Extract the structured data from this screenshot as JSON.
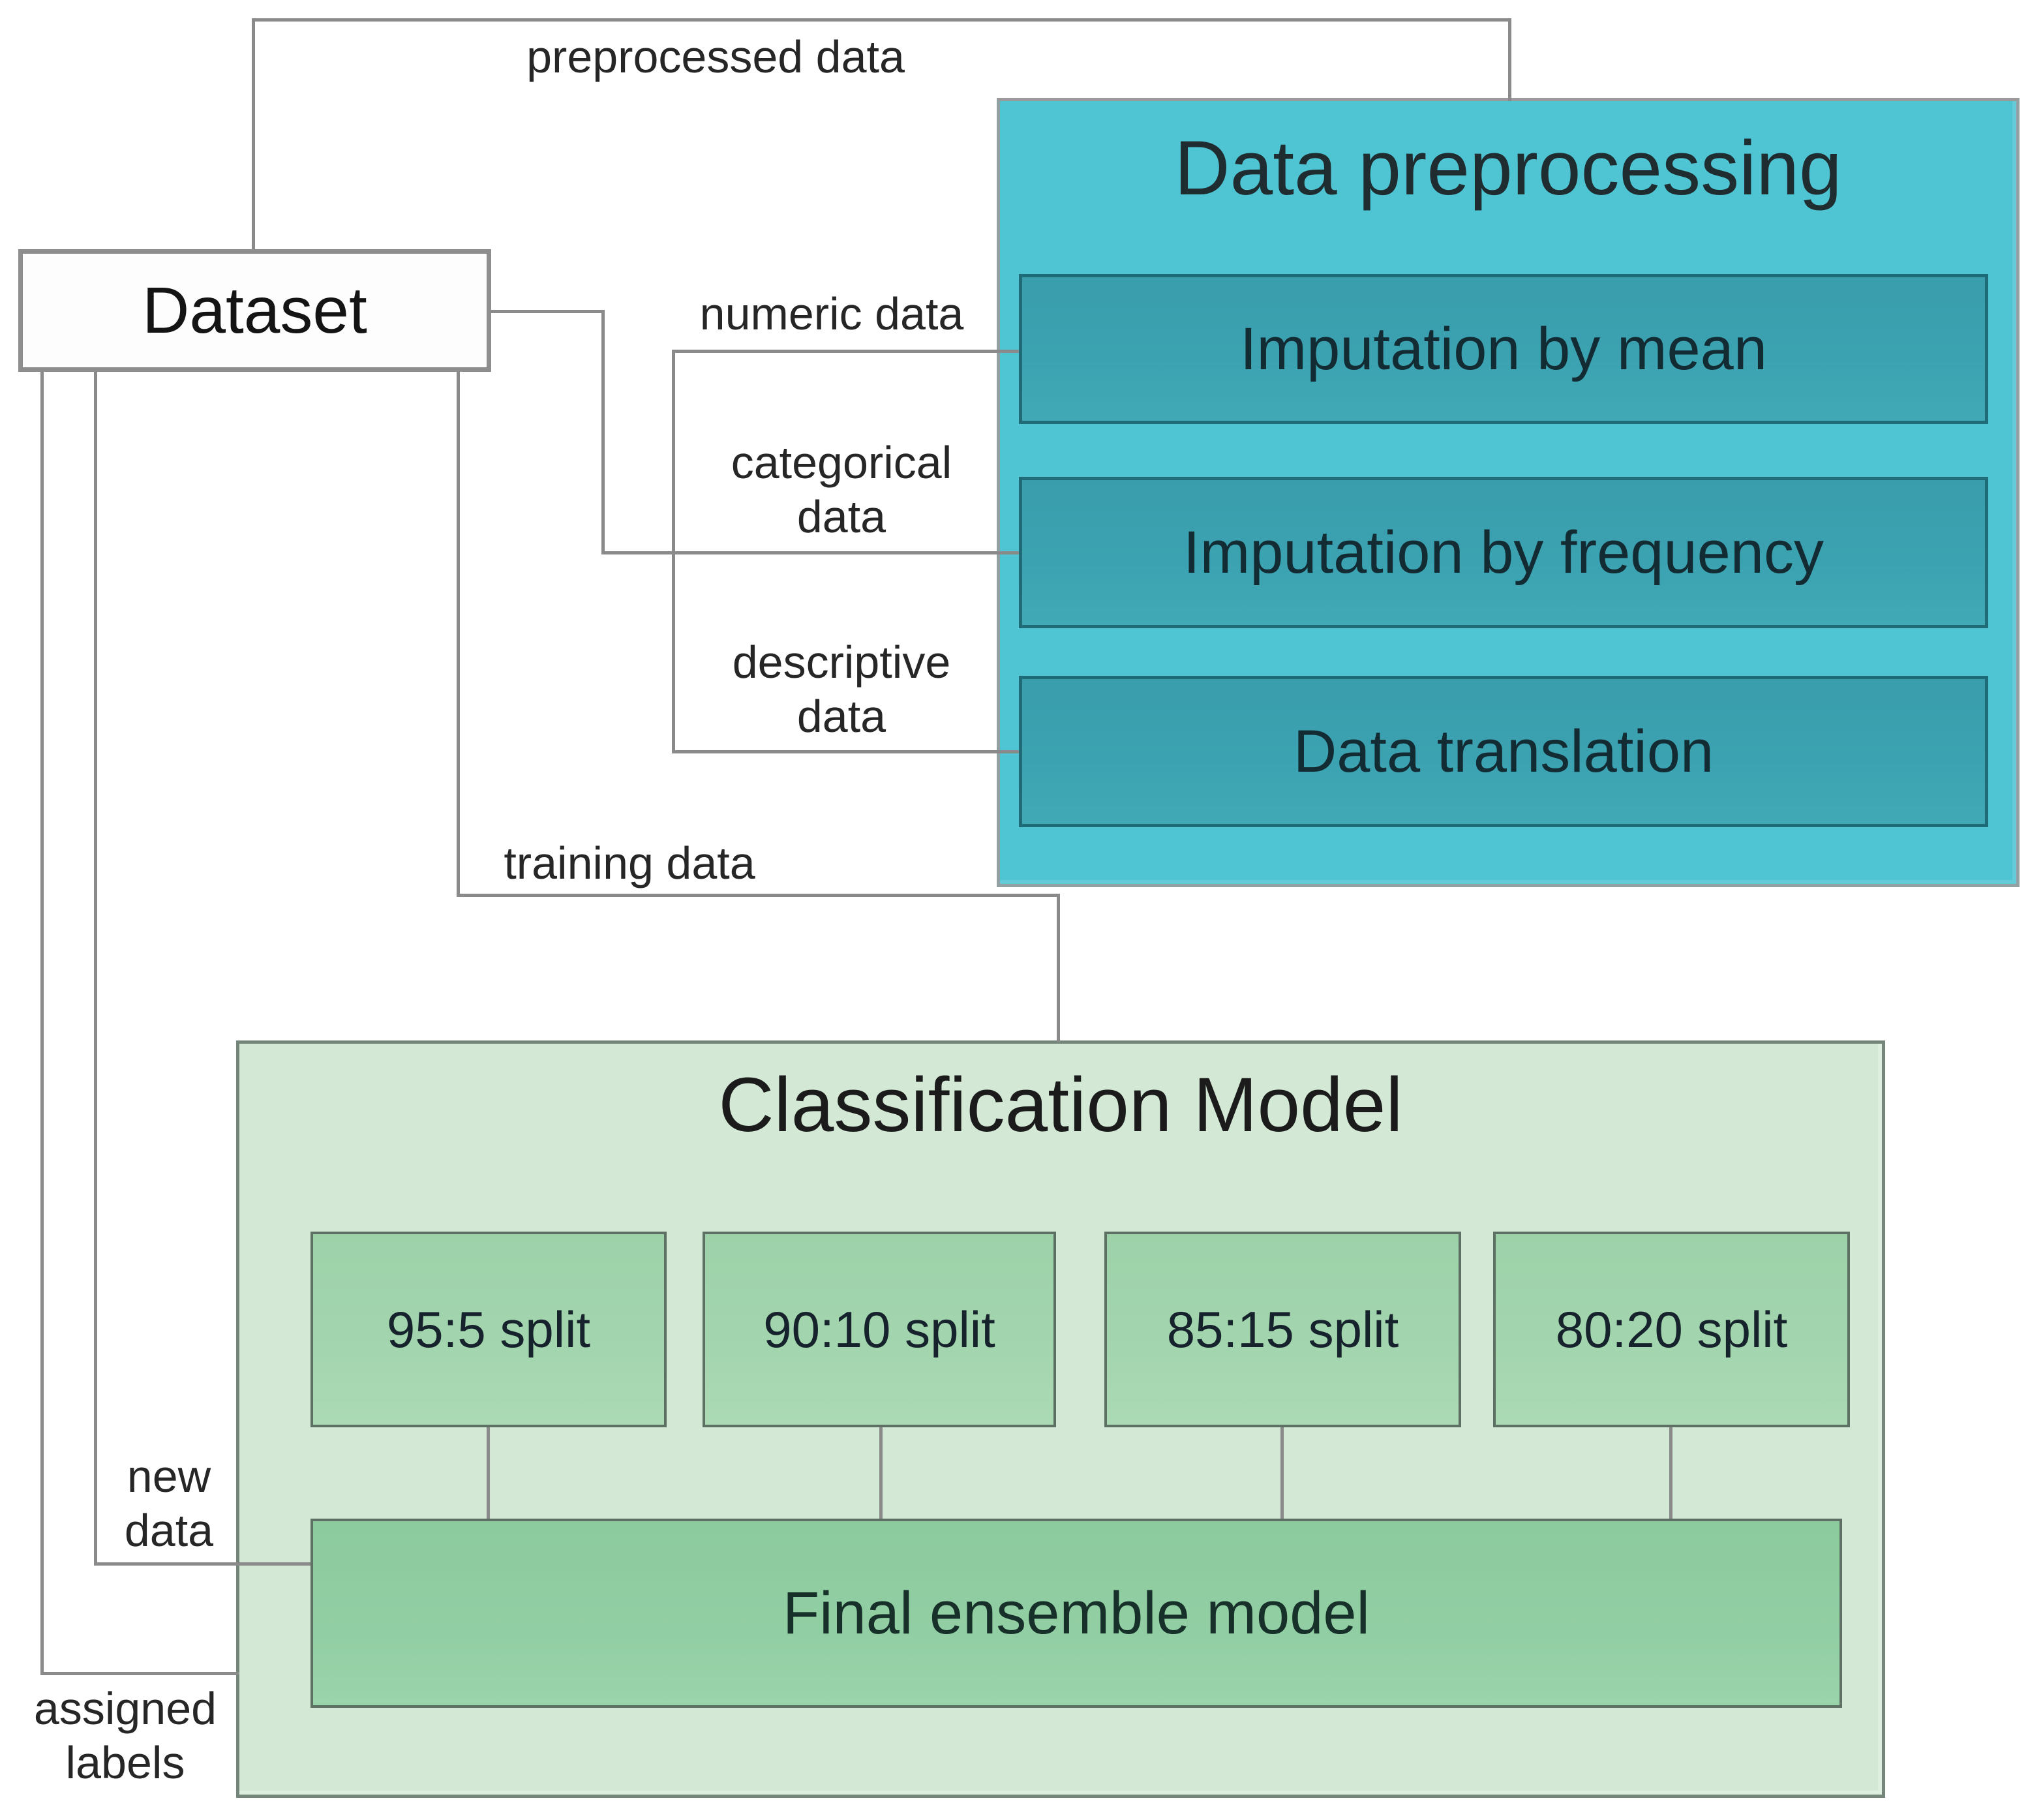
{
  "figure": {
    "type": "flowchart",
    "description_visible_text_only": true
  },
  "colors": {
    "preprocessing_panel": "#4fc5d3",
    "preprocessing_item": "#3ba2b1",
    "preprocessing_item_border": "#1f6b77",
    "classification_panel": "#d3e9d5",
    "classification_panel_border": "#74857a",
    "split_item": "#a3d5ae",
    "ensemble_item": "#92cea3",
    "green_item_border": "#5e6f63",
    "dataset_fill": "#fdfdfd",
    "dataset_border": "#8e8e8e",
    "connector": "#8a8a8a",
    "text": "#1e2225"
  },
  "nodes": {
    "dataset": {
      "label": "Dataset"
    },
    "preprocessing": {
      "title": "Data preprocessing",
      "steps": [
        {
          "label": "Imputation by mean"
        },
        {
          "label": "Imputation by frequency"
        },
        {
          "label": "Data translation"
        }
      ]
    },
    "classification": {
      "title": "Classification Model",
      "splits": [
        {
          "label": "95:5 split"
        },
        {
          "label": "90:10 split"
        },
        {
          "label": "85:15 split"
        },
        {
          "label": "80:20 split"
        }
      ],
      "ensemble": {
        "label": "Final ensemble model"
      }
    }
  },
  "edge_labels": {
    "preprocessed_data": "preprocessed data",
    "numeric_data": "numeric data",
    "categorical_data": "categorical\ndata",
    "descriptive_data": "descriptive\ndata",
    "training_data": "training data",
    "new_data": "new\ndata",
    "assigned_labels": "assigned\nlabels"
  }
}
